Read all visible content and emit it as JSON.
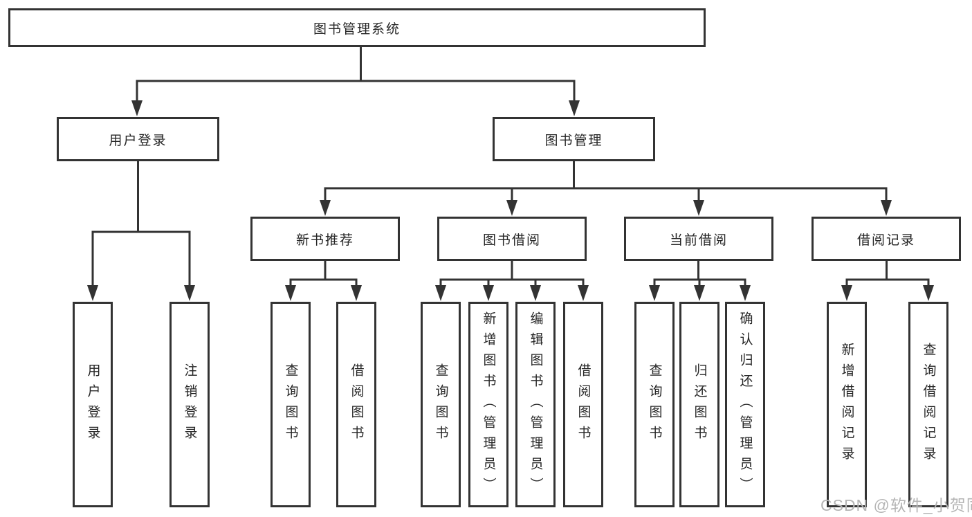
{
  "diagram": {
    "root": {
      "label": "图书管理系统"
    },
    "branches": [
      {
        "label": "用户登录",
        "children": [
          {
            "label": "用户登录"
          },
          {
            "label": "注销登录"
          }
        ]
      },
      {
        "label": "图书管理",
        "children": [
          {
            "label": "新书推荐",
            "children": [
              {
                "label": "查询图书"
              },
              {
                "label": "借阅图书"
              }
            ]
          },
          {
            "label": "图书借阅",
            "children": [
              {
                "label": "查询图书"
              },
              {
                "label": "新增图书（管理员）"
              },
              {
                "label": "编辑图书（管理员）"
              },
              {
                "label": "借阅图书"
              }
            ]
          },
          {
            "label": "当前借阅",
            "children": [
              {
                "label": "查询图书"
              },
              {
                "label": "归还图书"
              },
              {
                "label": "确认归还（管理员）"
              }
            ]
          },
          {
            "label": "借阅记录",
            "children": [
              {
                "label": "新增借阅记录"
              },
              {
                "label": "查询借阅记录"
              }
            ]
          }
        ]
      }
    ]
  },
  "watermark": {
    "text": "CSDN @软件_小贺同学"
  },
  "colors": {
    "line": "#333333",
    "box_border": "#333333",
    "text": "#262626",
    "watermark": "#b5b5b5",
    "background": "#ffffff"
  }
}
